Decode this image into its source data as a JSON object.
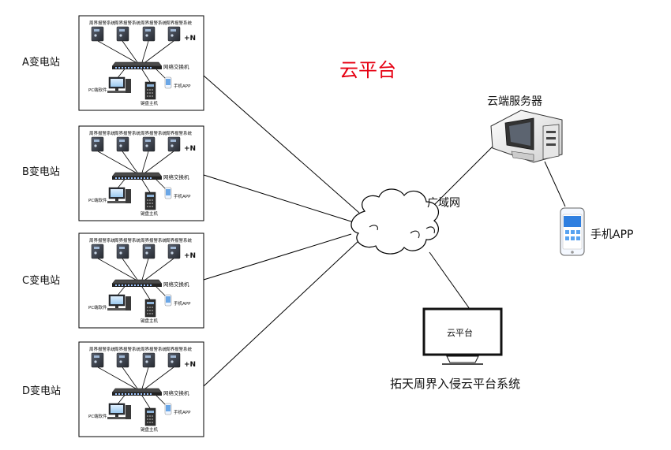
{
  "title": "云平台",
  "stations": [
    {
      "name": "A变电站"
    },
    {
      "name": "B变电站"
    },
    {
      "name": "C变电站"
    },
    {
      "name": "D变电站"
    }
  ],
  "station_box": {
    "device_label": "周界报警系统",
    "plus_n": "+N",
    "switch_label": "网络交换机",
    "pc_label": "PC端软件",
    "keyboard_label": "键盘主机",
    "phone_label": "手机APP"
  },
  "cloud_label": "广域网",
  "server_label": "云端服务器",
  "phone_label": "手机APP",
  "monitor_label": "云平台",
  "system_label": "拓天周界入侵云平台系统",
  "colors": {
    "title": "#e60012",
    "line": "#000000",
    "device": "#3a3f48",
    "switch": "#2b2b2b"
  }
}
